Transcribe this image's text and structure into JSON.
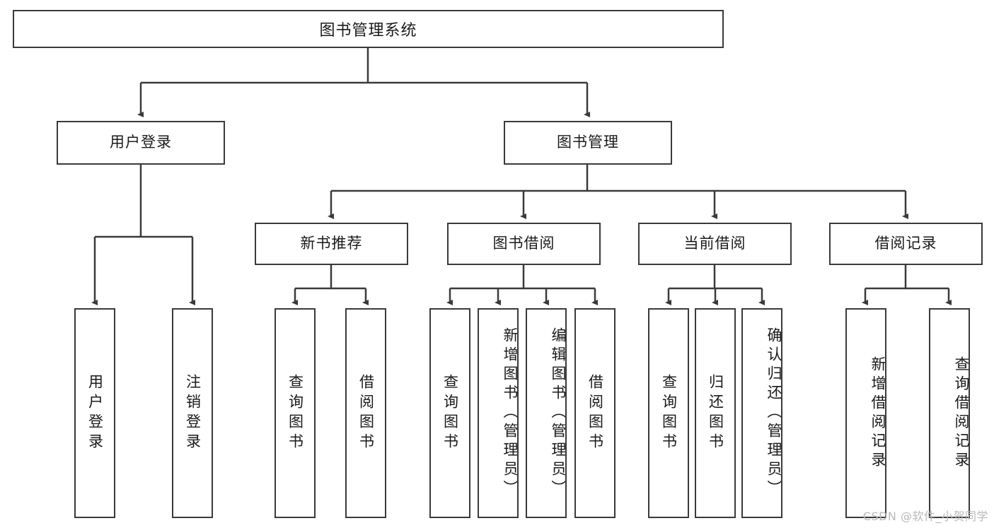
{
  "diagram": {
    "type": "tree",
    "title": "图书管理系统",
    "root": {
      "label": "图书管理系统"
    },
    "level2": [
      {
        "label": "用户登录"
      },
      {
        "label": "图书管理"
      }
    ],
    "level3": [
      {
        "label": "新书推荐"
      },
      {
        "label": "图书借阅"
      },
      {
        "label": "当前借阅"
      },
      {
        "label": "借阅记录"
      }
    ],
    "leaves": {
      "user_login": [
        {
          "label": "用户登录"
        },
        {
          "label": "注销登录"
        }
      ],
      "new_book": [
        {
          "label": "查询图书"
        },
        {
          "label": "借阅图书"
        }
      ],
      "borrow_book": [
        {
          "label": "查询图书"
        },
        {
          "label": "新增图书（管理员）"
        },
        {
          "label": "编辑图书（管理员）"
        },
        {
          "label": "借阅图书"
        }
      ],
      "current_borrow": [
        {
          "label": "查询图书"
        },
        {
          "label": "归还图书"
        },
        {
          "label": "确认归还（管理员）"
        }
      ],
      "borrow_record": [
        {
          "label": "新增借阅记录"
        },
        {
          "label": "查询借阅记录"
        }
      ]
    }
  },
  "watermark": {
    "text": "CSDN @软件_小贺同学"
  },
  "colors": {
    "stroke": "#3a3a3a",
    "fill": "#ffffff",
    "text": "#1a1a1a",
    "watermark": "#b9b9b9"
  }
}
